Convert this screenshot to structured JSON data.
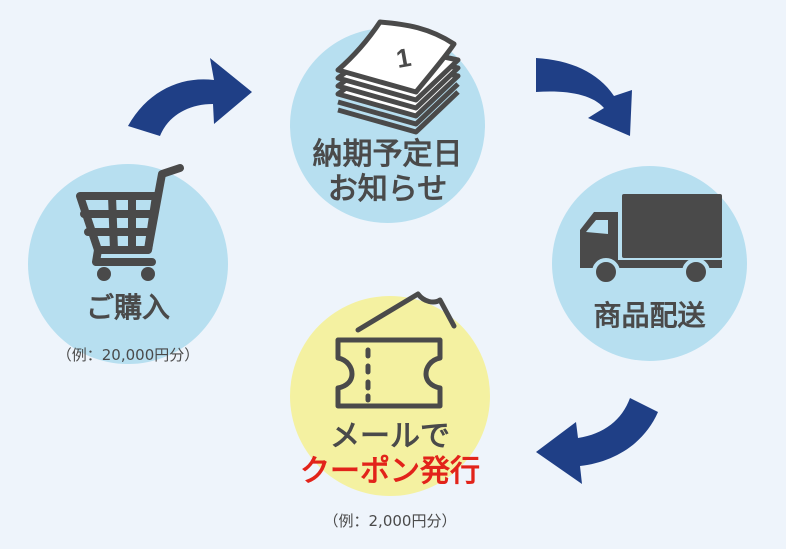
{
  "steps": {
    "purchase": {
      "label": "ご購入",
      "note": "（例：20,000円分）"
    },
    "delivery_date": {
      "label_line1": "納期予定日",
      "label_line2": "お知らせ"
    },
    "shipping": {
      "label": "商品配送"
    },
    "coupon": {
      "label_line1": "メールで",
      "label_line2": "クーポン発行",
      "note": "（例：2,000円分）"
    }
  },
  "icons": {
    "purchase": "shopping-cart-icon",
    "delivery_date": "calendar-icon",
    "shipping": "truck-icon",
    "coupon": "coupon-ticket-icon"
  },
  "calendar_day": "1",
  "colors": {
    "circle_blue": "#b7dff0",
    "circle_yellow": "#f4f1a1",
    "arrow": "#1f3f86",
    "text": "#4a4a4a",
    "highlight": "#e2231a"
  }
}
